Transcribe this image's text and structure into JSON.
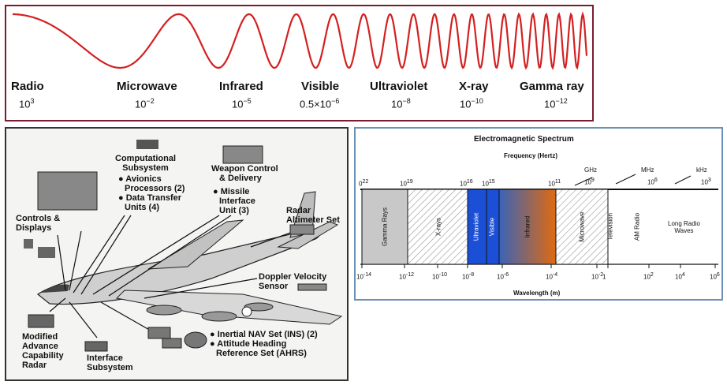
{
  "wave_panel": {
    "bands": [
      {
        "name": "Radio",
        "wavelength_base": "10",
        "wavelength_exp": "3"
      },
      {
        "name": "Microwave",
        "wavelength_base": "10",
        "wavelength_exp": "−2"
      },
      {
        "name": "Infrared",
        "wavelength_base": "10",
        "wavelength_exp": "−5"
      },
      {
        "name": "Visible",
        "wavelength_base": "0.5×10",
        "wavelength_exp": "−6"
      },
      {
        "name": "Ultraviolet",
        "wavelength_base": "10",
        "wavelength_exp": "−8"
      },
      {
        "name": "X-ray",
        "wavelength_base": "10",
        "wavelength_exp": "−10"
      },
      {
        "name": "Gamma ray",
        "wavelength_base": "10",
        "wavelength_exp": "−12"
      }
    ],
    "wave_color": "#d42020"
  },
  "aircraft_panel": {
    "labels": {
      "computational": [
        "Computational",
        "Subsystem"
      ],
      "avionics": [
        "● Avionics",
        "Processors (2)",
        "● Data Transfer",
        "Units (4)"
      ],
      "weapon": [
        "Weapon Control",
        "& Delivery"
      ],
      "missile": [
        "● Missile",
        "Interface",
        "Unit (3)"
      ],
      "controls": [
        "Controls &",
        "Displays"
      ],
      "radar_alt": [
        "Radar",
        "Altimeter Set"
      ],
      "doppler": [
        "Doppler Velocity",
        "Sensor"
      ],
      "inertial": [
        "● Inertial NAV Set (INS) (2)",
        "● Attitude Heading",
        "Reference Set (AHRS)"
      ],
      "modified": [
        "Modified",
        "Advance",
        "Capability",
        "Radar"
      ],
      "interface": [
        "Interface",
        "Subsystem"
      ]
    }
  },
  "spectrum_panel": {
    "title": "Electromagnetic Spectrum",
    "freq_label": "Frequency (Hertz)",
    "wl_label": "Wavelength (m)",
    "freq_ticks": [
      {
        "base": "0",
        "exp": "22"
      },
      {
        "base": "10",
        "exp": "19"
      },
      {
        "base": "10",
        "exp": "16"
      },
      {
        "base": "10",
        "exp": "15"
      },
      {
        "base": "10",
        "exp": "11"
      },
      {
        "base": "10",
        "exp": "9"
      },
      {
        "base": "10",
        "exp": "6"
      },
      {
        "base": "10",
        "exp": "3"
      }
    ],
    "freq_units": [
      "GHz",
      "MHz",
      "kHz"
    ],
    "wl_ticks": [
      {
        "base": "10",
        "exp": "-14"
      },
      {
        "base": "10",
        "exp": "-12"
      },
      {
        "base": "10",
        "exp": "-10"
      },
      {
        "base": "10",
        "exp": "-8"
      },
      {
        "base": "10",
        "exp": "-6"
      },
      {
        "base": "10",
        "exp": "-4"
      },
      {
        "base": "10",
        "exp": "-2"
      },
      {
        "base": "1",
        "exp": ""
      },
      {
        "base": "10",
        "exp": "2"
      },
      {
        "base": "10",
        "exp": "4"
      },
      {
        "base": "10",
        "exp": "6"
      }
    ],
    "regions": [
      "Gamma Rays",
      "X-rays",
      "Ultraviolet",
      "Visible",
      "Infrared",
      "Microwave",
      "Television",
      "AM Radio"
    ],
    "long_radio": [
      "Long Radio",
      "Waves"
    ],
    "colors": {
      "gamma": "#c8c8c8",
      "uv": "#1a4fd6",
      "visible": "#1a4fd6",
      "ir_start": "#3a63b8",
      "ir_end": "#e06a10"
    }
  }
}
